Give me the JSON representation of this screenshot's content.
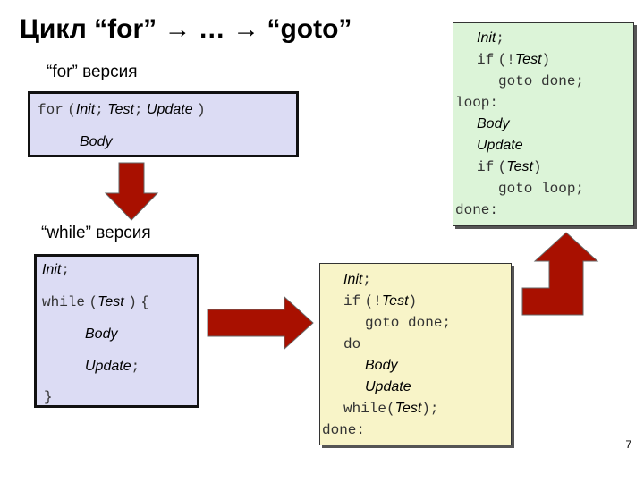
{
  "title": "Цикл “for” → … → “goto”",
  "for_section": {
    "label": "“for” версия",
    "keyword": "for",
    "open": "(",
    "init": "Init",
    "sep1": ";",
    "test": "Test",
    "sep2": ";",
    "update": "Update",
    "close": ")",
    "body": "Body"
  },
  "while_section": {
    "label": "“while” версия",
    "init": "Init",
    "semi": ";",
    "keyword": "while",
    "open": "(",
    "test": "Test",
    "close": ")",
    "brace_open": "{",
    "body": "Body",
    "update": "Update",
    "brace_close": "}"
  },
  "dowhile_section": {
    "init": "Init",
    "semi": ";",
    "if_kw": "if",
    "if_open": "(!",
    "test": "Test",
    "if_close": ")",
    "goto_done": "goto done;",
    "do_kw": "do",
    "body": "Body",
    "update": "Update",
    "while_kw": "while(",
    "test2": "Test",
    "while_close": ");",
    "done_label": "done:"
  },
  "goto_section": {
    "init": "Init",
    "semi": ";",
    "if_kw": "if",
    "if_open": "(!",
    "test": "Test",
    "if_close": ")",
    "goto_done": "goto done;",
    "loop_label": "loop:",
    "body": "Body",
    "update": "Update",
    "if2_kw": "if",
    "if2_open": "(",
    "test2": "Test",
    "if2_close": ")",
    "goto_loop": "goto loop;",
    "done_label": "done:"
  },
  "page_number": "7",
  "colors": {
    "arrow": "#a81000",
    "for_box": "#dcdcf4",
    "yellow_box": "#f8f4c8",
    "green_box": "#dcf4d8"
  }
}
